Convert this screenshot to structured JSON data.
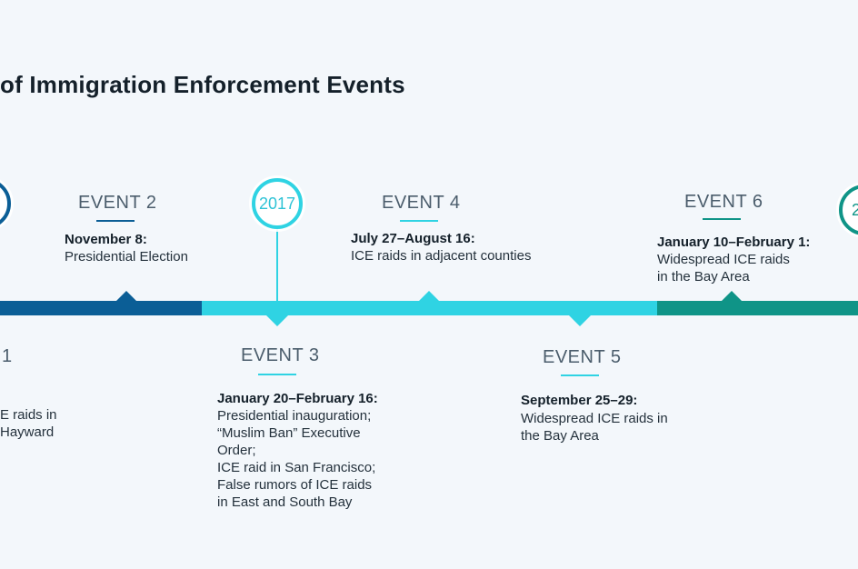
{
  "title": "of Immigration Enforcement Events",
  "colors": {
    "segment_2016": "#0b5e96",
    "segment_2017": "#2fd3e3",
    "segment_2018": "#0f9487",
    "circle_2017": "#2fd3e3",
    "circle_2018": "#0f9487",
    "event_rule_dark": "#0b5e96",
    "event_rule_light": "#2fd3e3",
    "event_rule_green": "#0f9487"
  },
  "years": {
    "y2017": "2017",
    "y2018_partial": "2"
  },
  "events": {
    "e1": {
      "label": "1",
      "desc": "E raids in\n Hayward"
    },
    "e2": {
      "label": "EVENT 2",
      "date": "November 8:",
      "desc": "Presidential Election"
    },
    "e3": {
      "label": "EVENT 3",
      "date": "January 20–February 16:",
      "desc": "Presidential inauguration;\n“Muslim Ban” Executive\nOrder;\nICE raid in San Francisco;\nFalse rumors of ICE raids\nin East and South Bay"
    },
    "e4": {
      "label": "EVENT 4",
      "date": "July 27–August 16:",
      "desc": "ICE raids in adjacent counties"
    },
    "e5": {
      "label": "EVENT 5",
      "date": "September 25–29:",
      "desc": "Widespread ICE raids in\nthe Bay Area"
    },
    "e6": {
      "label": "EVENT 6",
      "date": "January 10–February 1:",
      "desc": "Widespread ICE raids\nin the Bay Area"
    }
  }
}
